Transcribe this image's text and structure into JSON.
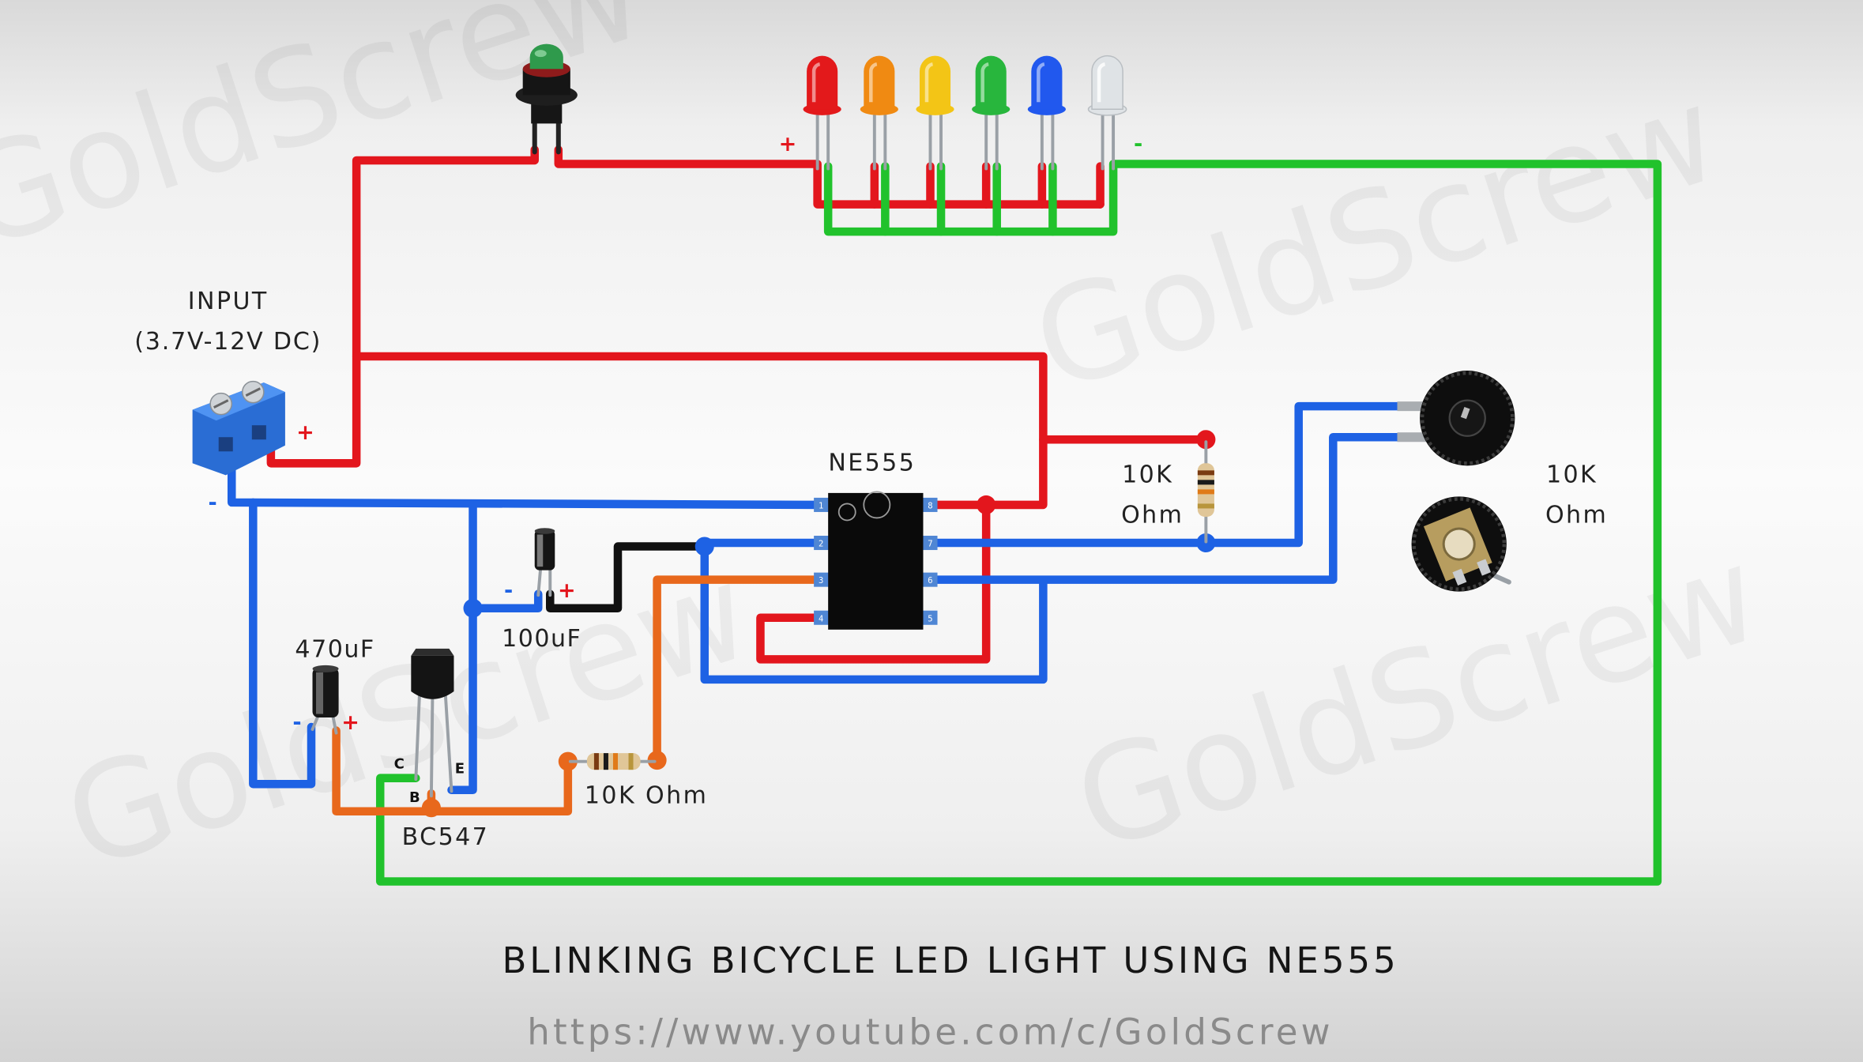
{
  "title": "BLINKING BICYCLE LED LIGHT USING NE555",
  "url": "https://www.youtube.com/c/GoldScrew",
  "watermark": "GoldScrew",
  "input": {
    "label": "INPUT",
    "range": "(3.7V-12V DC)",
    "plus": "+",
    "minus": "-"
  },
  "ic": {
    "label": "NE555",
    "pins_left": [
      "1",
      "2",
      "3",
      "4"
    ],
    "pins_right": [
      "8",
      "7",
      "6",
      "5"
    ]
  },
  "resistor_top": {
    "value": "10K",
    "unit": "Ohm"
  },
  "potentiometer": {
    "value": "10K",
    "unit": "Ohm"
  },
  "cap_470": {
    "label": "470uF",
    "minus": "-",
    "plus": "+"
  },
  "cap_100": {
    "label": "100uF",
    "minus": "-",
    "plus": "+"
  },
  "resistor_bottom": {
    "label": "10K Ohm"
  },
  "transistor": {
    "label": "BC547",
    "pin_c": "C",
    "pin_b": "B",
    "pin_e": "E"
  },
  "leds": {
    "plus": "+",
    "minus": "-",
    "colors": [
      "#e3191b",
      "#f08a12",
      "#f3c516",
      "#28b63d",
      "#2158ee",
      "#dfe3e6"
    ]
  },
  "wire_colors": {
    "positive": "#e3161d",
    "ground": "#1e62e4",
    "output": "#e8681c",
    "switched": "#21c22c",
    "link": "#111111"
  }
}
